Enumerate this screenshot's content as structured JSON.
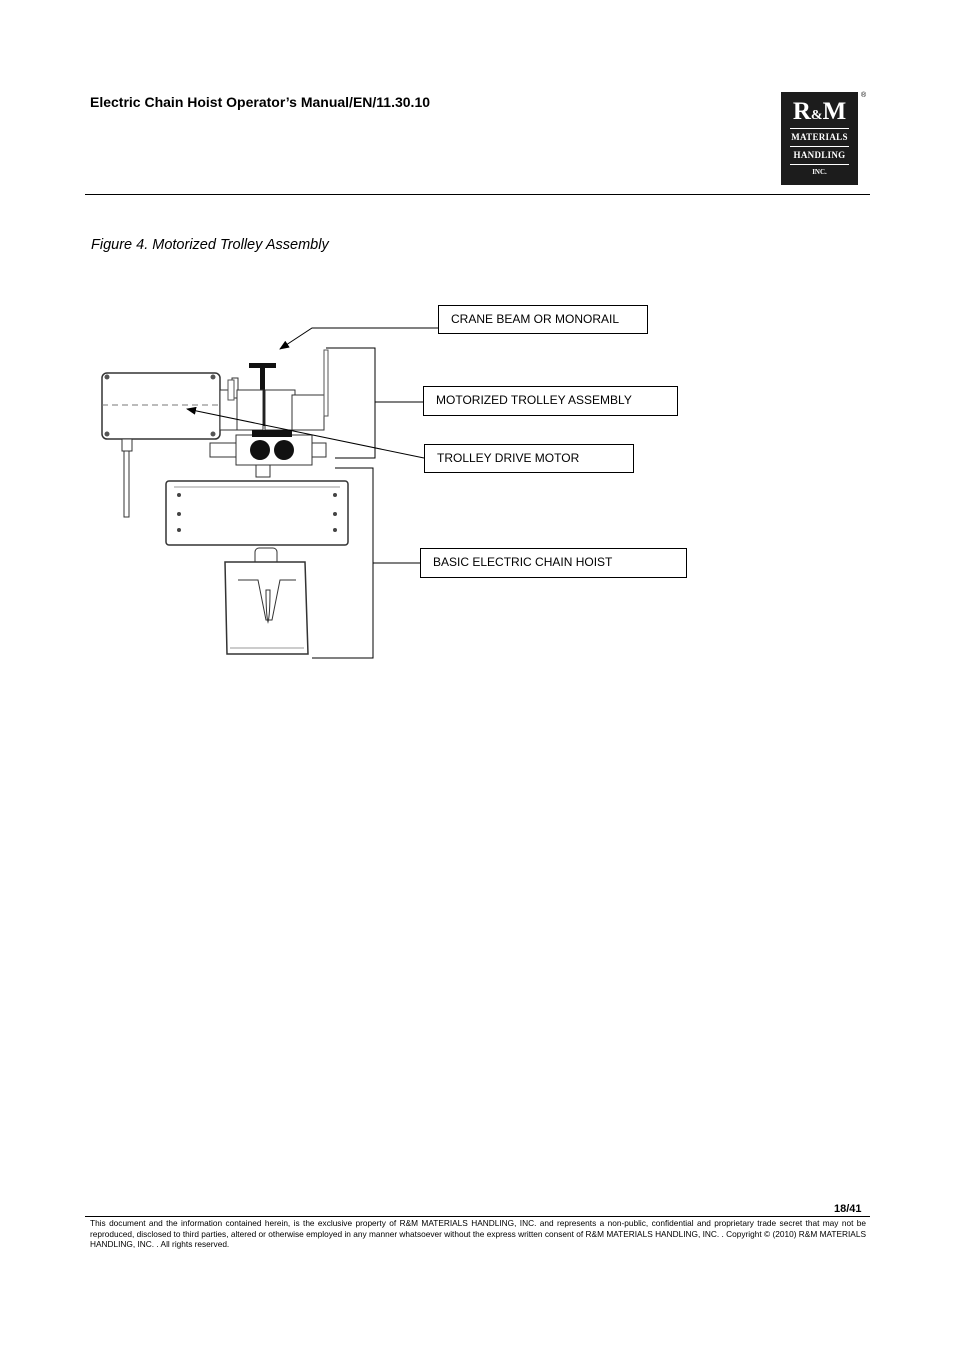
{
  "header": {
    "title": "Electric Chain Hoist Operator’s Manual/EN/11.30.10",
    "logo": {
      "main": "R&M",
      "line1": "MATERIALS",
      "line2": "HANDLING",
      "line3": "INC.",
      "registered": "®"
    }
  },
  "figure": {
    "caption": "Figure 4. Motorized Trolley Assembly",
    "labels": {
      "crane_beam": "CRANE BEAM OR MONORAIL",
      "trolley_assembly": "MOTORIZED TROLLEY ASSEMBLY",
      "drive_motor": "TROLLEY DRIVE MOTOR",
      "chain_hoist": "BASIC ELECTRIC CHAIN HOIST"
    }
  },
  "footer": {
    "page": "18/41",
    "notice": "This document and the information contained herein, is the exclusive property of R&M MATERIALS HANDLING, INC.  and represents a non-public, confidential and proprietary trade secret that may not be reproduced, disclosed to third parties, altered or otherwise employed in any manner whatsoever without the express written consent of R&M MATERIALS HANDLING, INC. . Copyright © (2010) R&M MATERIALS HANDLING, INC. . All rights reserved."
  }
}
